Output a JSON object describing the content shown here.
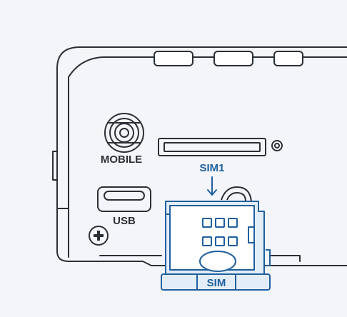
{
  "labels": {
    "mobile": "MOBILE",
    "usb": "USB",
    "slot": "SIM1",
    "tray": "SIM"
  },
  "colors": {
    "background": "#f4f5f8",
    "outline": "#2b2f36",
    "accent": "#1f5f9e",
    "accent_fill": "#e3edf7"
  }
}
